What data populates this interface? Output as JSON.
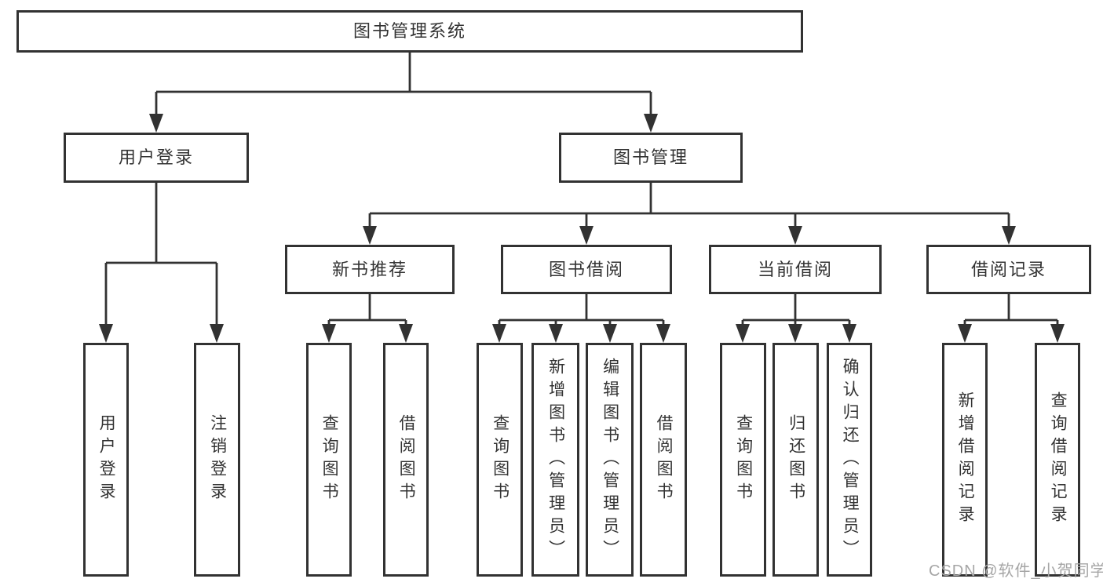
{
  "tree": {
    "root": {
      "label": "图书管理系统"
    },
    "branches": [
      {
        "label": "用户登录",
        "children": [
          {
            "label": "用户登录"
          },
          {
            "label": "注销登录"
          }
        ]
      },
      {
        "label": "图书管理",
        "sections": [
          {
            "label": "新书推荐",
            "children": [
              {
                "label": "查询图书"
              },
              {
                "label": "借阅图书"
              }
            ]
          },
          {
            "label": "图书借阅",
            "children": [
              {
                "label": "查询图书"
              },
              {
                "label": "新增图书（管理员）"
              },
              {
                "label": "编辑图书（管理员）"
              },
              {
                "label": "借阅图书"
              }
            ]
          },
          {
            "label": "当前借阅",
            "children": [
              {
                "label": "查询图书"
              },
              {
                "label": "归还图书"
              },
              {
                "label": "确认归还（管理员）"
              }
            ]
          },
          {
            "label": "借阅记录",
            "children": [
              {
                "label": "新增借阅记录"
              },
              {
                "label": "查询借阅记录"
              }
            ]
          }
        ]
      }
    ]
  },
  "watermark": "CSDN @软件_小贺同学",
  "colors": {
    "line": "#323232",
    "box_border": "#323232",
    "text": "#333333",
    "watermark_text": "#a6a6a6",
    "background": "#ffffff"
  }
}
